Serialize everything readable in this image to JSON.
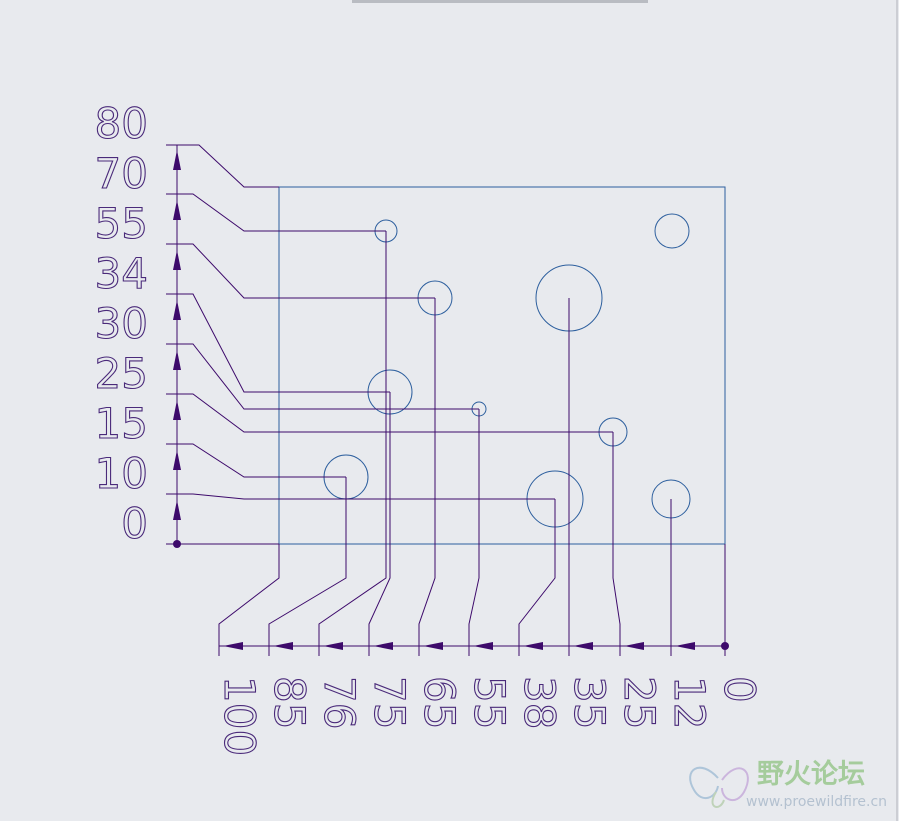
{
  "drawing": {
    "vertical_ordinates": [
      "0",
      "10",
      "15",
      "25",
      "30",
      "34",
      "55",
      "70",
      "80"
    ],
    "horizontal_ordinates": [
      "0",
      "12",
      "25",
      "35",
      "38",
      "55",
      "65",
      "75",
      "76",
      "85",
      "100"
    ]
  },
  "watermark": {
    "title": "野火论坛",
    "url": "www.proewildfire.cn"
  },
  "colors": {
    "background": "#e8eaee",
    "dimension_lines": "#3d0a6b",
    "part_edges": "#2d5f9e"
  }
}
